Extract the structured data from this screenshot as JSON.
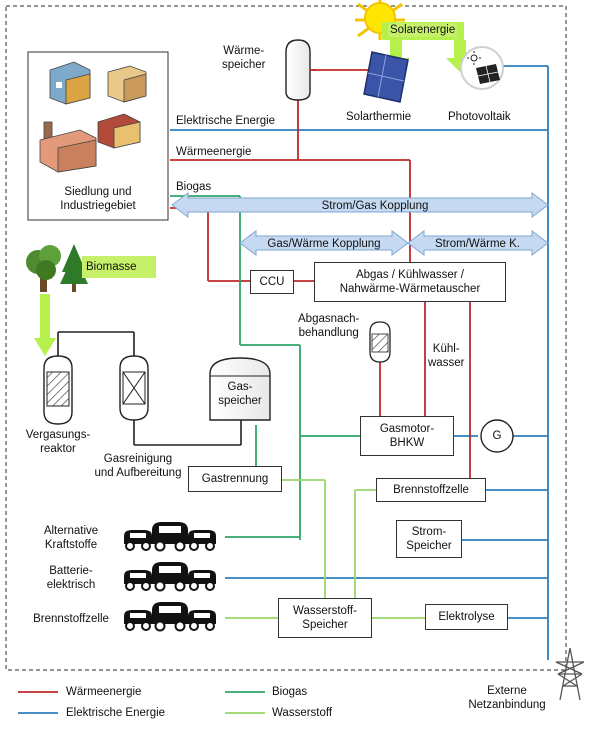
{
  "labels": {
    "waermespeicher": "Wärme-\nspeicher",
    "solarthermie": "Solarthermie",
    "photovoltaik": "Photovoltaik",
    "solarenergie": "Solarenergie",
    "elektrische_energie": "Elektrische Energie",
    "waermeenergie": "Wärmeenergie",
    "biogas": "Biogas",
    "siedlung": "Siedlung und\nIndustriegebiet",
    "strom_gas": "Strom/Gas Kopplung",
    "gas_waerme": "Gas/Wärme Kopplung",
    "strom_waerme": "Strom/Wärme K.",
    "biomasse": "Biomasse",
    "ccu": "CCU",
    "abgas": "Abgas / Kühlwasser /\nNahwärme-Wärmetauscher",
    "abgasnach": "Abgasnach-\nbehandlung",
    "kuehlwasser": "Kühl-\nwasser",
    "gasspeicher": "Gas-\nspeicher",
    "vergasungsreaktor": "Vergasungs-\nreaktor",
    "gasreinigung": "Gasreinigung\nund Aufbereitung",
    "gastrennung": "Gastrennung",
    "gasmotor": "Gasmotor-\nBHKW",
    "generator": "G",
    "brennstoffzelle_box": "Brennstoffzelle",
    "stromspeicher": "Strom-\nSpeicher",
    "alternative": "Alternative\nKraftstoffe",
    "batterie": "Batterie-\nelektrisch",
    "brennstoffzelle": "Brennstoffzelle",
    "wasserstoff_speicher": "Wasserstoff-\nSpeicher",
    "elektrolyse": "Elektrolyse",
    "externe": "Externe\nNetzanbindung"
  },
  "legend": [
    {
      "label": "Wärmeenergie",
      "color": "#c0282a"
    },
    {
      "label": "Elektrische Energie",
      "color": "#2e7fc0"
    },
    {
      "label": "Biogas",
      "color": "#2fa56a"
    },
    {
      "label": "Wasserstoff",
      "color": "#9ad66a"
    }
  ],
  "colors": {
    "heat": "#c0282a",
    "electric": "#2e7fc0",
    "biogas": "#2fa56a",
    "hydrogen": "#9ad66a",
    "coupling_arrow": "#c5d9f1",
    "solar_green": "#b6f04a"
  },
  "icons": [
    "sun-icon",
    "solar-panel-icon",
    "photovoltaic-icon",
    "building-icon",
    "factory-icon",
    "tree-icon",
    "car-icon",
    "power-pylon-icon"
  ]
}
